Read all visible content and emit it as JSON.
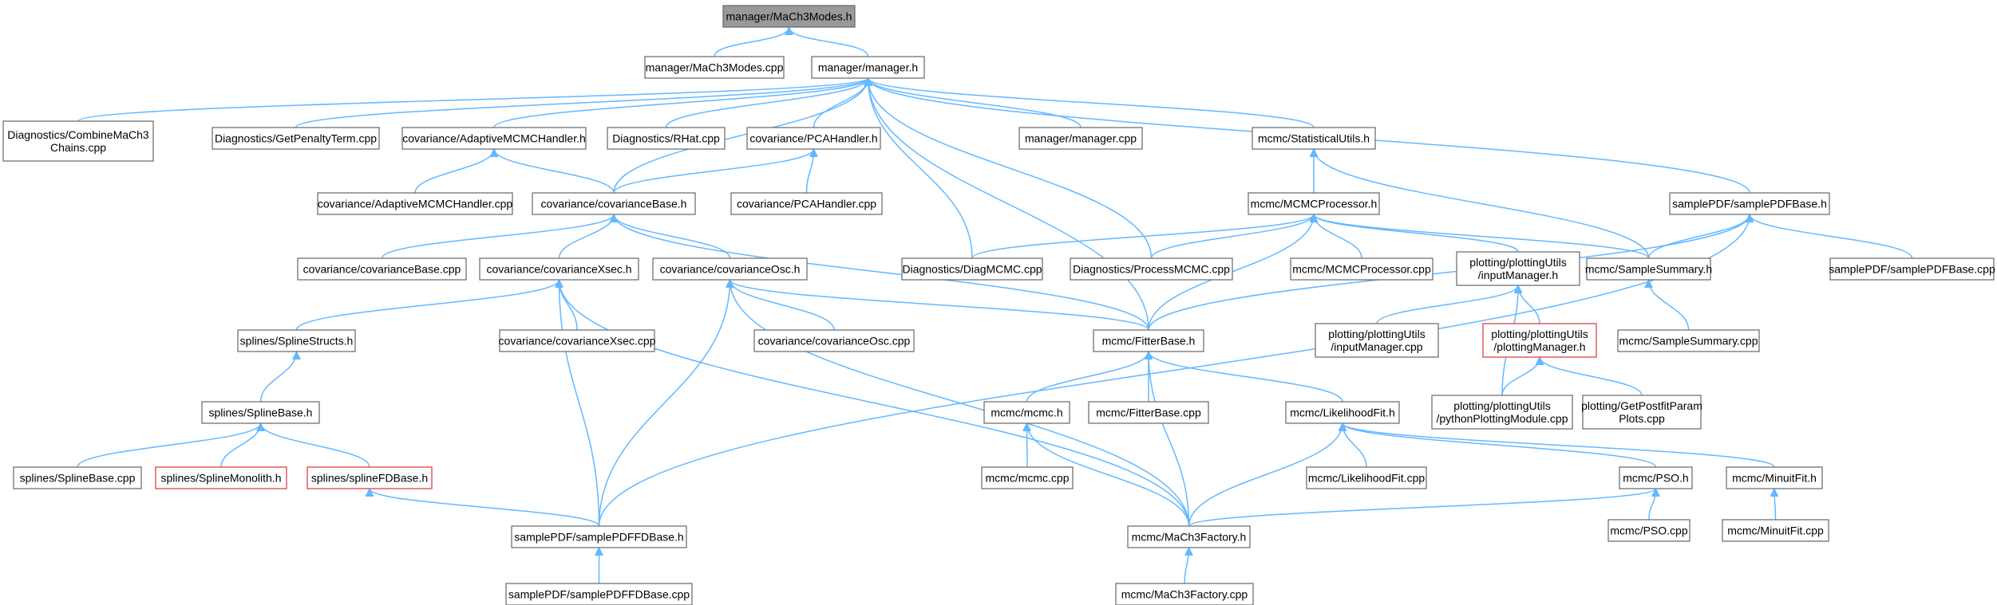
{
  "diagram": {
    "nodes": [
      {
        "id": "modes_h",
        "lines": [
          "manager/MaCh3Modes.h"
        ],
        "style": "root"
      },
      {
        "id": "modes_cpp",
        "lines": [
          "manager/MaCh3Modes.cpp"
        ],
        "style": "normal"
      },
      {
        "id": "manager_h",
        "lines": [
          "manager/manager.h"
        ],
        "style": "normal"
      },
      {
        "id": "combine",
        "lines": [
          "Diagnostics/CombineMaCh3",
          "Chains.cpp"
        ],
        "style": "normal"
      },
      {
        "id": "penalty",
        "lines": [
          "Diagnostics/GetPenaltyTerm.cpp"
        ],
        "style": "normal"
      },
      {
        "id": "adaptive_h",
        "lines": [
          "covariance/AdaptiveMCMCHandler.h"
        ],
        "style": "normal"
      },
      {
        "id": "rhat",
        "lines": [
          "Diagnostics/RHat.cpp"
        ],
        "style": "normal"
      },
      {
        "id": "pca_h",
        "lines": [
          "covariance/PCAHandler.h"
        ],
        "style": "normal"
      },
      {
        "id": "manager_cpp",
        "lines": [
          "manager/manager.cpp"
        ],
        "style": "normal"
      },
      {
        "id": "statutils",
        "lines": [
          "mcmc/StatisticalUtils.h"
        ],
        "style": "normal"
      },
      {
        "id": "samplepdfbase_h",
        "lines": [
          "samplePDF/samplePDFBase.h"
        ],
        "style": "normal"
      },
      {
        "id": "adaptive_cpp",
        "lines": [
          "covariance/AdaptiveMCMCHandler.cpp"
        ],
        "style": "normal"
      },
      {
        "id": "covbase_h",
        "lines": [
          "covariance/covarianceBase.h"
        ],
        "style": "normal"
      },
      {
        "id": "pca_cpp",
        "lines": [
          "covariance/PCAHandler.cpp"
        ],
        "style": "normal"
      },
      {
        "id": "mcmcproc_h",
        "lines": [
          "mcmc/MCMCProcessor.h"
        ],
        "style": "normal"
      },
      {
        "id": "covbase_cpp",
        "lines": [
          "covariance/covarianceBase.cpp"
        ],
        "style": "normal"
      },
      {
        "id": "covxsec_h",
        "lines": [
          "covariance/covarianceXsec.h"
        ],
        "style": "normal"
      },
      {
        "id": "covosc_h",
        "lines": [
          "covariance/covarianceOsc.h"
        ],
        "style": "normal"
      },
      {
        "id": "diagmcmc",
        "lines": [
          "Diagnostics/DiagMCMC.cpp"
        ],
        "style": "normal"
      },
      {
        "id": "procmcmc",
        "lines": [
          "Diagnostics/ProcessMCMC.cpp"
        ],
        "style": "normal"
      },
      {
        "id": "mcmcproc_cpp",
        "lines": [
          "mcmc/MCMCProcessor.cpp"
        ],
        "style": "normal"
      },
      {
        "id": "inputmgr_h",
        "lines": [
          "plotting/plottingUtils",
          "/inputManager.h"
        ],
        "style": "normal"
      },
      {
        "id": "samplesum_h",
        "lines": [
          "mcmc/SampleSummary.h"
        ],
        "style": "normal"
      },
      {
        "id": "samplepdfbase_cpp",
        "lines": [
          "samplePDF/samplePDFBase.cpp"
        ],
        "style": "normal"
      },
      {
        "id": "splinestructs",
        "lines": [
          "splines/SplineStructs.h"
        ],
        "style": "normal"
      },
      {
        "id": "covxsec_cpp",
        "lines": [
          "covariance/covarianceXsec.cpp"
        ],
        "style": "normal"
      },
      {
        "id": "covosc_cpp",
        "lines": [
          "covariance/covarianceOsc.cpp"
        ],
        "style": "normal"
      },
      {
        "id": "fitterbase_h",
        "lines": [
          "mcmc/FitterBase.h"
        ],
        "style": "normal"
      },
      {
        "id": "inputmgr_cpp",
        "lines": [
          "plotting/plottingUtils",
          "/inputManager.cpp"
        ],
        "style": "normal"
      },
      {
        "id": "plotmgr_h",
        "lines": [
          "plotting/plottingUtils",
          "/plottingManager.h"
        ],
        "style": "red"
      },
      {
        "id": "samplesum_cpp",
        "lines": [
          "mcmc/SampleSummary.cpp"
        ],
        "style": "normal"
      },
      {
        "id": "splinebase_h",
        "lines": [
          "splines/SplineBase.h"
        ],
        "style": "normal"
      },
      {
        "id": "mcmc_h",
        "lines": [
          "mcmc/mcmc.h"
        ],
        "style": "normal"
      },
      {
        "id": "fitterbase_cpp",
        "lines": [
          "mcmc/FitterBase.cpp"
        ],
        "style": "normal"
      },
      {
        "id": "lhfit_h",
        "lines": [
          "mcmc/LikelihoodFit.h"
        ],
        "style": "normal"
      },
      {
        "id": "pyplot",
        "lines": [
          "plotting/plottingUtils",
          "/pythonPlottingModule.cpp"
        ],
        "style": "normal"
      },
      {
        "id": "getpostfit",
        "lines": [
          "plotting/GetPostfitParam",
          "Plots.cpp"
        ],
        "style": "normal"
      },
      {
        "id": "splinebase_cpp",
        "lines": [
          "splines/SplineBase.cpp"
        ],
        "style": "normal"
      },
      {
        "id": "splinemono",
        "lines": [
          "splines/SplineMonolith.h"
        ],
        "style": "red"
      },
      {
        "id": "splinefd",
        "lines": [
          "splines/splineFDBase.h"
        ],
        "style": "red"
      },
      {
        "id": "mcmc_cpp",
        "lines": [
          "mcmc/mcmc.cpp"
        ],
        "style": "normal"
      },
      {
        "id": "lhfit_cpp",
        "lines": [
          "mcmc/LikelihoodFit.cpp"
        ],
        "style": "normal"
      },
      {
        "id": "pso_h",
        "lines": [
          "mcmc/PSO.h"
        ],
        "style": "normal"
      },
      {
        "id": "minuit_h",
        "lines": [
          "mcmc/MinuitFit.h"
        ],
        "style": "normal"
      },
      {
        "id": "samplefd_h",
        "lines": [
          "samplePDF/samplePDFFDBase.h"
        ],
        "style": "normal"
      },
      {
        "id": "factory_h",
        "lines": [
          "mcmc/MaCh3Factory.h"
        ],
        "style": "normal"
      },
      {
        "id": "pso_cpp",
        "lines": [
          "mcmc/PSO.cpp"
        ],
        "style": "normal"
      },
      {
        "id": "minuit_cpp",
        "lines": [
          "mcmc/MinuitFit.cpp"
        ],
        "style": "normal"
      },
      {
        "id": "samplefd_cpp",
        "lines": [
          "samplePDF/samplePDFFDBase.cpp"
        ],
        "style": "normal"
      },
      {
        "id": "factory_cpp",
        "lines": [
          "mcmc/MaCh3Factory.cpp"
        ],
        "style": "normal"
      }
    ],
    "edges": [
      [
        "modes_cpp",
        "modes_h"
      ],
      [
        "manager_h",
        "modes_h"
      ],
      [
        "combine",
        "manager_h"
      ],
      [
        "penalty",
        "manager_h"
      ],
      [
        "adaptive_h",
        "manager_h"
      ],
      [
        "rhat",
        "manager_h"
      ],
      [
        "pca_h",
        "manager_h"
      ],
      [
        "manager_cpp",
        "manager_h"
      ],
      [
        "statutils",
        "manager_h"
      ],
      [
        "samplepdfbase_h",
        "manager_h"
      ],
      [
        "covbase_h",
        "manager_h"
      ],
      [
        "diagmcmc",
        "manager_h"
      ],
      [
        "procmcmc",
        "manager_h"
      ],
      [
        "fitterbase_h",
        "manager_h"
      ],
      [
        "adaptive_cpp",
        "adaptive_h"
      ],
      [
        "covbase_h",
        "adaptive_h"
      ],
      [
        "covbase_h",
        "pca_h"
      ],
      [
        "pca_cpp",
        "pca_h"
      ],
      [
        "mcmcproc_h",
        "statutils"
      ],
      [
        "samplesum_h",
        "statutils"
      ],
      [
        "samplesum_h",
        "samplepdfbase_h"
      ],
      [
        "samplepdfbase_cpp",
        "samplepdfbase_h"
      ],
      [
        "fitterbase_h",
        "samplepdfbase_h"
      ],
      [
        "samplefd_h",
        "samplepdfbase_h"
      ],
      [
        "covbase_cpp",
        "covbase_h"
      ],
      [
        "covxsec_h",
        "covbase_h"
      ],
      [
        "covosc_h",
        "covbase_h"
      ],
      [
        "fitterbase_h",
        "covbase_h"
      ],
      [
        "diagmcmc",
        "mcmcproc_h"
      ],
      [
        "procmcmc",
        "mcmcproc_h"
      ],
      [
        "mcmcproc_cpp",
        "mcmcproc_h"
      ],
      [
        "inputmgr_h",
        "mcmcproc_h"
      ],
      [
        "samplesum_h",
        "mcmcproc_h"
      ],
      [
        "fitterbase_h",
        "mcmcproc_h"
      ],
      [
        "splinestructs",
        "covxsec_h"
      ],
      [
        "covxsec_cpp",
        "covxsec_h"
      ],
      [
        "samplefd_h",
        "covxsec_h"
      ],
      [
        "factory_h",
        "covxsec_h"
      ],
      [
        "covosc_cpp",
        "covosc_h"
      ],
      [
        "samplefd_h",
        "covosc_h"
      ],
      [
        "factory_h",
        "covosc_h"
      ],
      [
        "fitterbase_h",
        "covosc_h"
      ],
      [
        "inputmgr_cpp",
        "inputmgr_h"
      ],
      [
        "plotmgr_h",
        "inputmgr_h"
      ],
      [
        "pyplot",
        "inputmgr_h"
      ],
      [
        "samplesum_cpp",
        "samplesum_h"
      ],
      [
        "mcmc_h",
        "fitterbase_h"
      ],
      [
        "fitterbase_cpp",
        "fitterbase_h"
      ],
      [
        "lhfit_h",
        "fitterbase_h"
      ],
      [
        "factory_h",
        "fitterbase_h"
      ],
      [
        "pyplot",
        "plotmgr_h"
      ],
      [
        "getpostfit",
        "plotmgr_h"
      ],
      [
        "splinebase_h",
        "splinestructs"
      ],
      [
        "splinebase_cpp",
        "splinebase_h"
      ],
      [
        "splinemono",
        "splinebase_h"
      ],
      [
        "splinefd",
        "splinebase_h"
      ],
      [
        "samplefd_h",
        "splinefd"
      ],
      [
        "mcmc_cpp",
        "mcmc_h"
      ],
      [
        "factory_h",
        "mcmc_h"
      ],
      [
        "lhfit_cpp",
        "lhfit_h"
      ],
      [
        "pso_h",
        "lhfit_h"
      ],
      [
        "minuit_h",
        "lhfit_h"
      ],
      [
        "factory_h",
        "lhfit_h"
      ],
      [
        "factory_h",
        "pso_h"
      ],
      [
        "pso_cpp",
        "pso_h"
      ],
      [
        "minuit_cpp",
        "minuit_h"
      ],
      [
        "samplefd_cpp",
        "samplefd_h"
      ],
      [
        "factory_cpp",
        "factory_h"
      ]
    ]
  }
}
